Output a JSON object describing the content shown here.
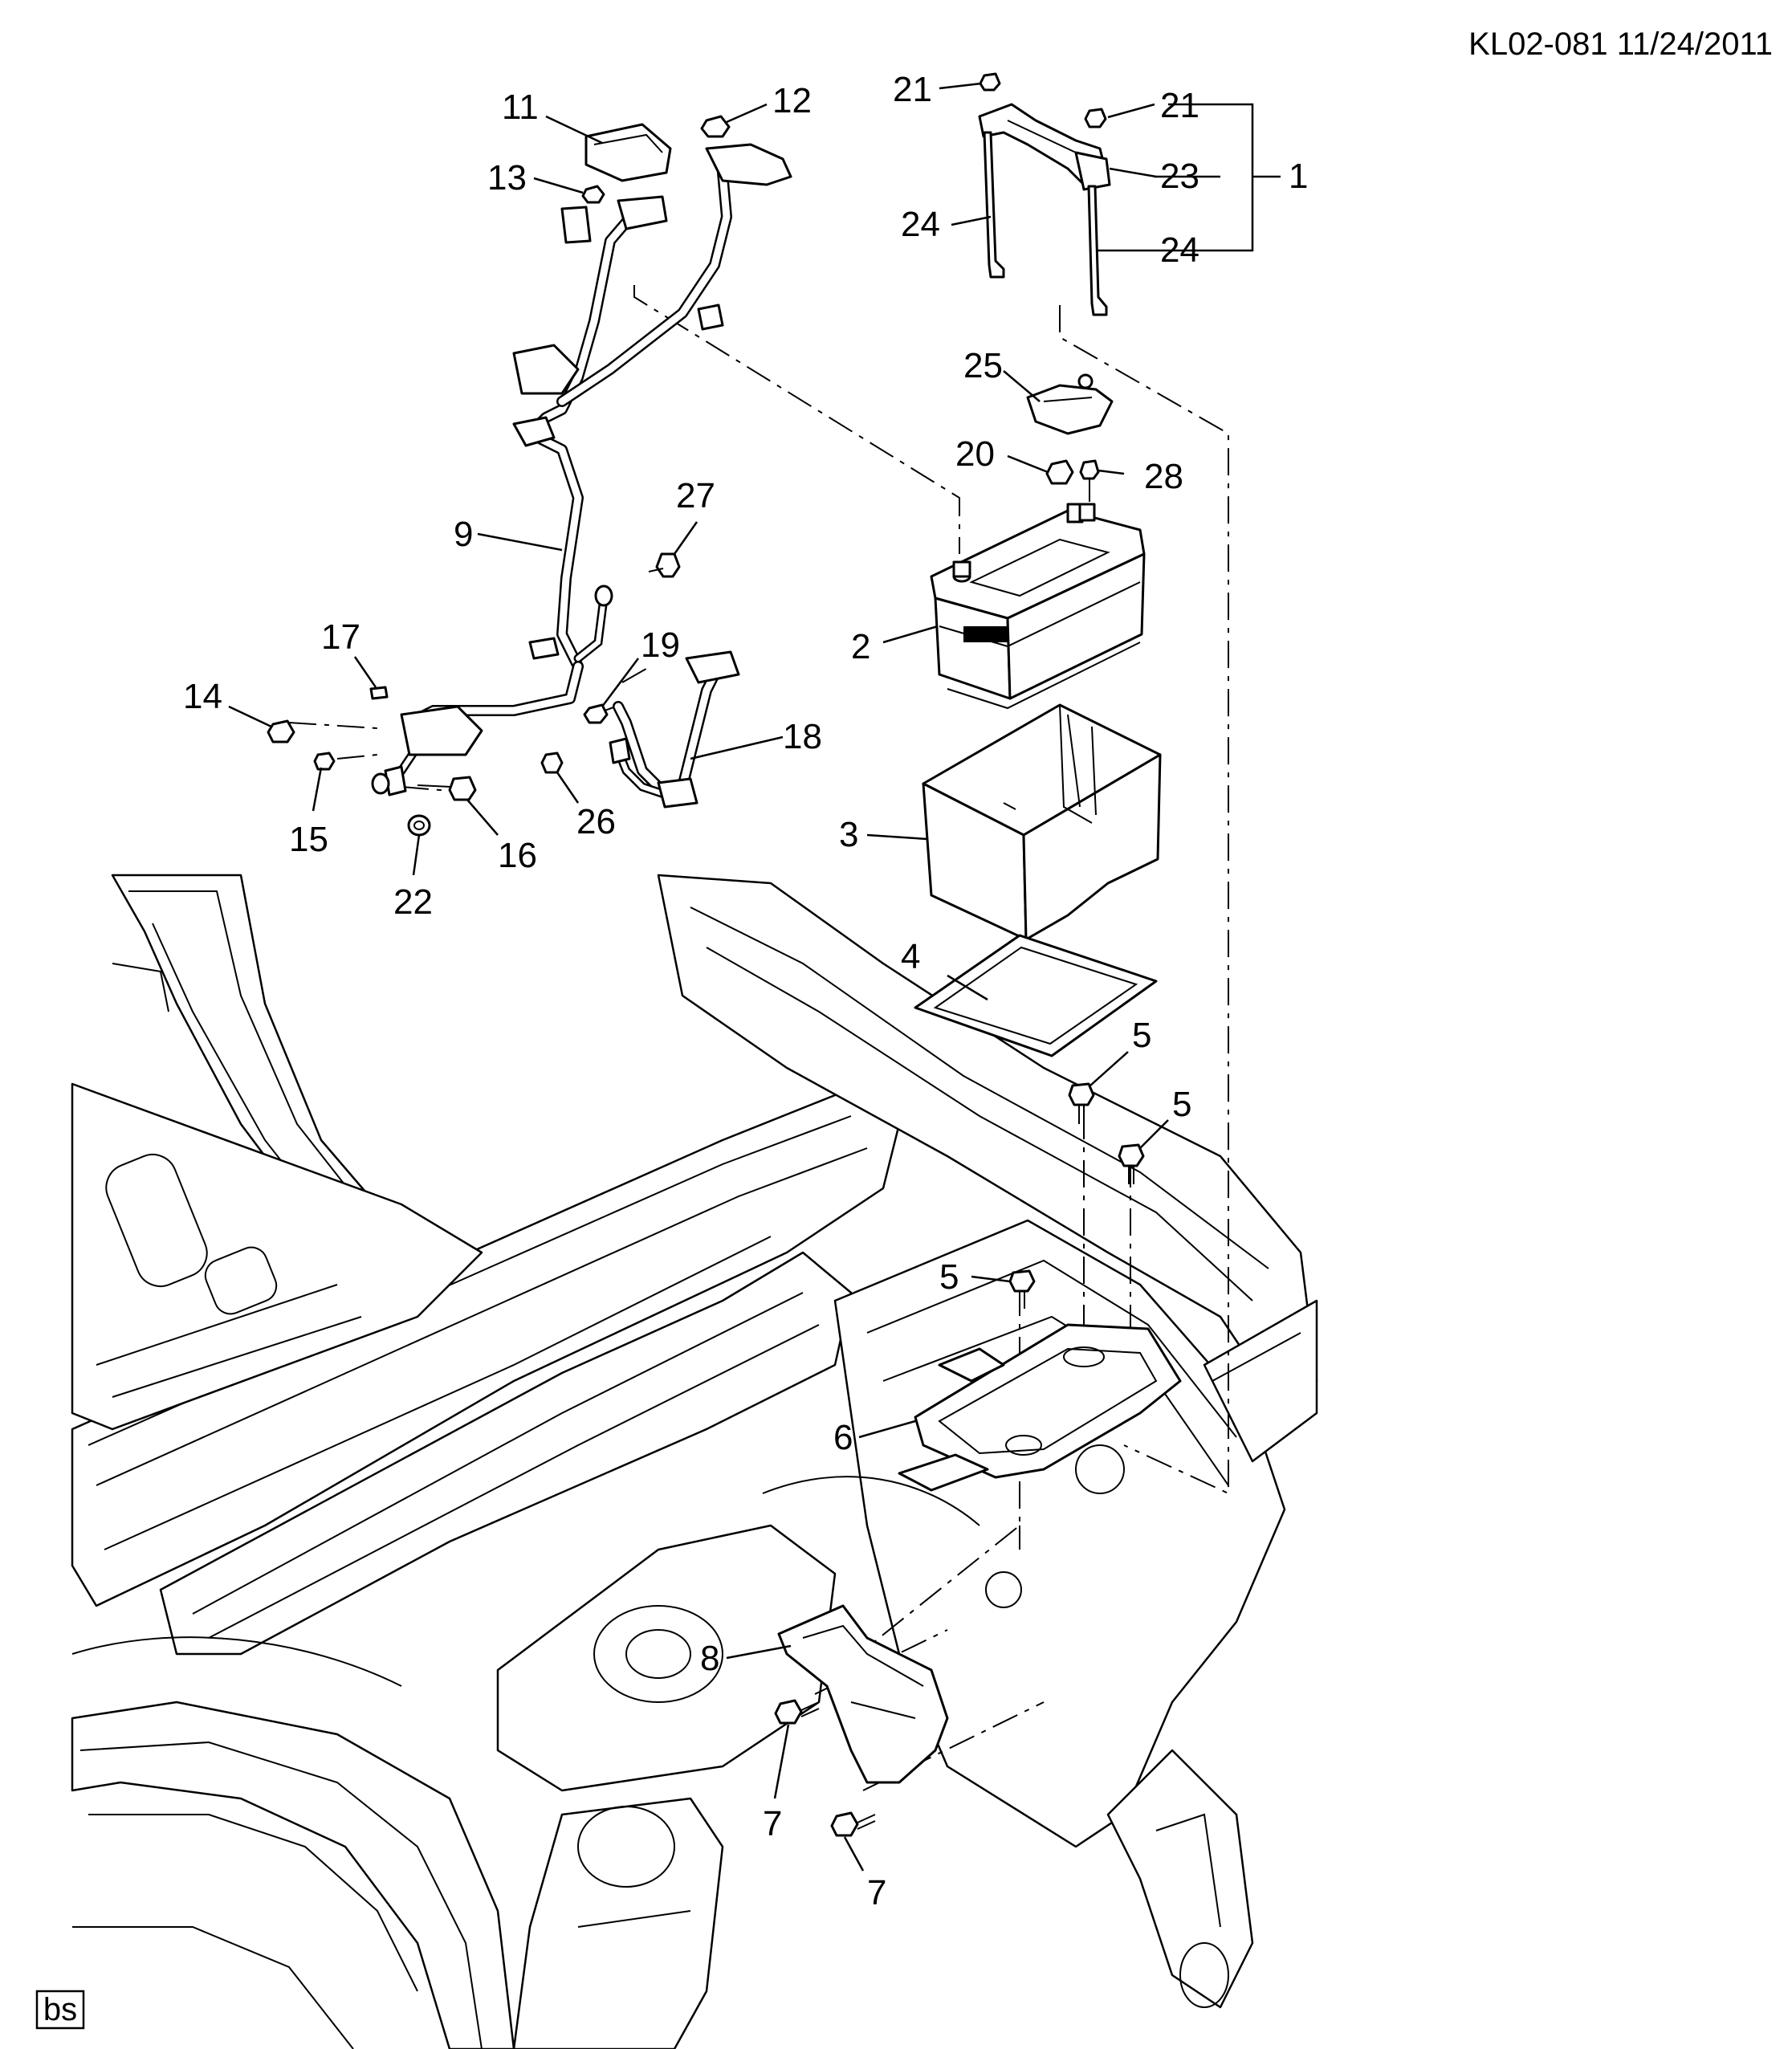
{
  "header": {
    "code": "KL02-081 11/24/2011"
  },
  "stamp": {
    "text": "bs"
  },
  "callouts": {
    "c1": "1",
    "c2": "2",
    "c3": "3",
    "c4": "4",
    "c5a": "5",
    "c5b": "5",
    "c5c": "5",
    "c6": "6",
    "c7a": "7",
    "c7b": "7",
    "c8": "8",
    "c9": "9",
    "c11": "11",
    "c12": "12",
    "c13": "13",
    "c14": "14",
    "c15": "15",
    "c16": "16",
    "c17": "17",
    "c18": "18",
    "c19": "19",
    "c20": "20",
    "c21a": "21",
    "c21b": "21",
    "c22": "22",
    "c23": "23",
    "c24a": "24",
    "c24b": "24",
    "c25": "25",
    "c26": "26",
    "c27": "27",
    "c28": "28"
  }
}
